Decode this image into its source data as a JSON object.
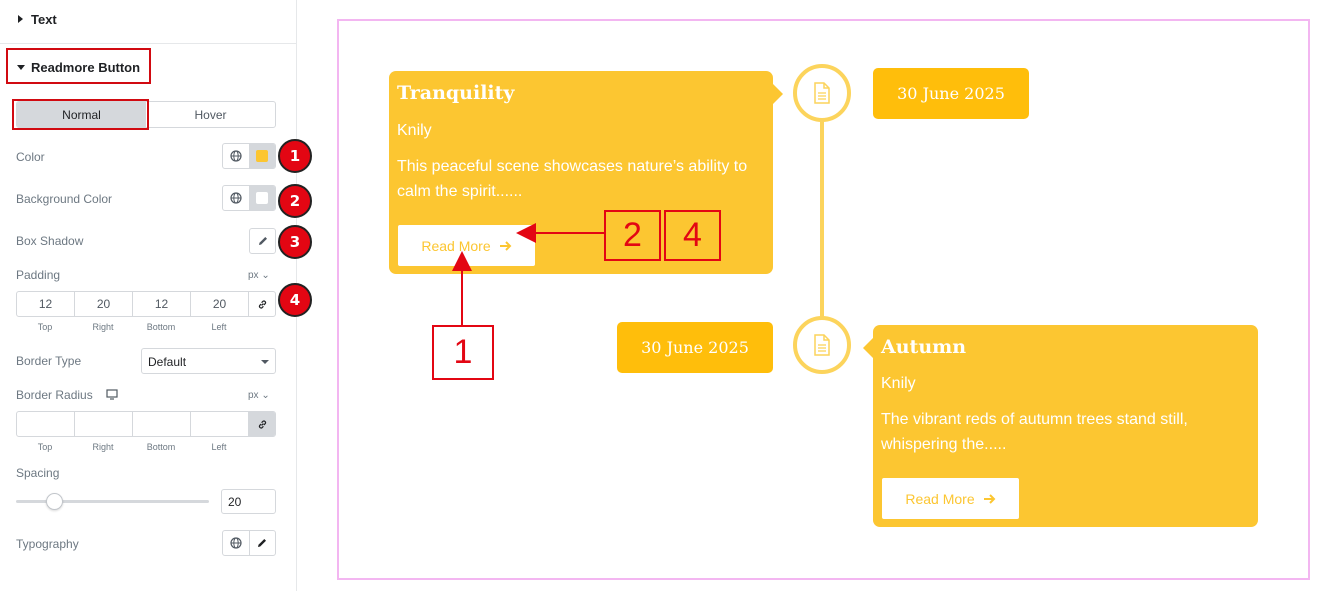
{
  "panel": {
    "text_section": "Text",
    "readmore_section": "Readmore Button",
    "tabs": [
      "Normal",
      "Hover"
    ],
    "color_label": "Color",
    "background_color_label": "Background Color",
    "box_shadow_label": "Box Shadow",
    "padding_label": "Padding",
    "padding_unit": "px",
    "padding_values": [
      "12",
      "20",
      "12",
      "20"
    ],
    "dim_labels": [
      "Top",
      "Right",
      "Bottom",
      "Left"
    ],
    "border_type_label": "Border Type",
    "border_type_value": "Default",
    "border_radius_label": "Border Radius",
    "border_radius_unit": "px",
    "spacing_label": "Spacing",
    "spacing_value": "20",
    "typography_label": "Typography",
    "color_swatch": "#fcc631",
    "bg_swatch": "#ffffff"
  },
  "badges": [
    "1",
    "2",
    "3",
    "4"
  ],
  "timeline": {
    "items": [
      {
        "title": "Tranquility",
        "author": "Knily",
        "description_line1": "This peaceful scene showcases nature’s ability to",
        "description_line2": "calm the spirit......",
        "button": "Read More",
        "date": "30 June 2025"
      },
      {
        "title": "Autumn",
        "author": "Knily",
        "description_line1": "The vibrant reds of autumn trees stand still,",
        "description_line2": "whispering the.....",
        "button": "Read More",
        "date": "30 June 2025"
      }
    ],
    "accent_color": "#fcc631",
    "date_color": "#ffbe0b"
  },
  "annotations": [
    "1",
    "2",
    "4"
  ]
}
